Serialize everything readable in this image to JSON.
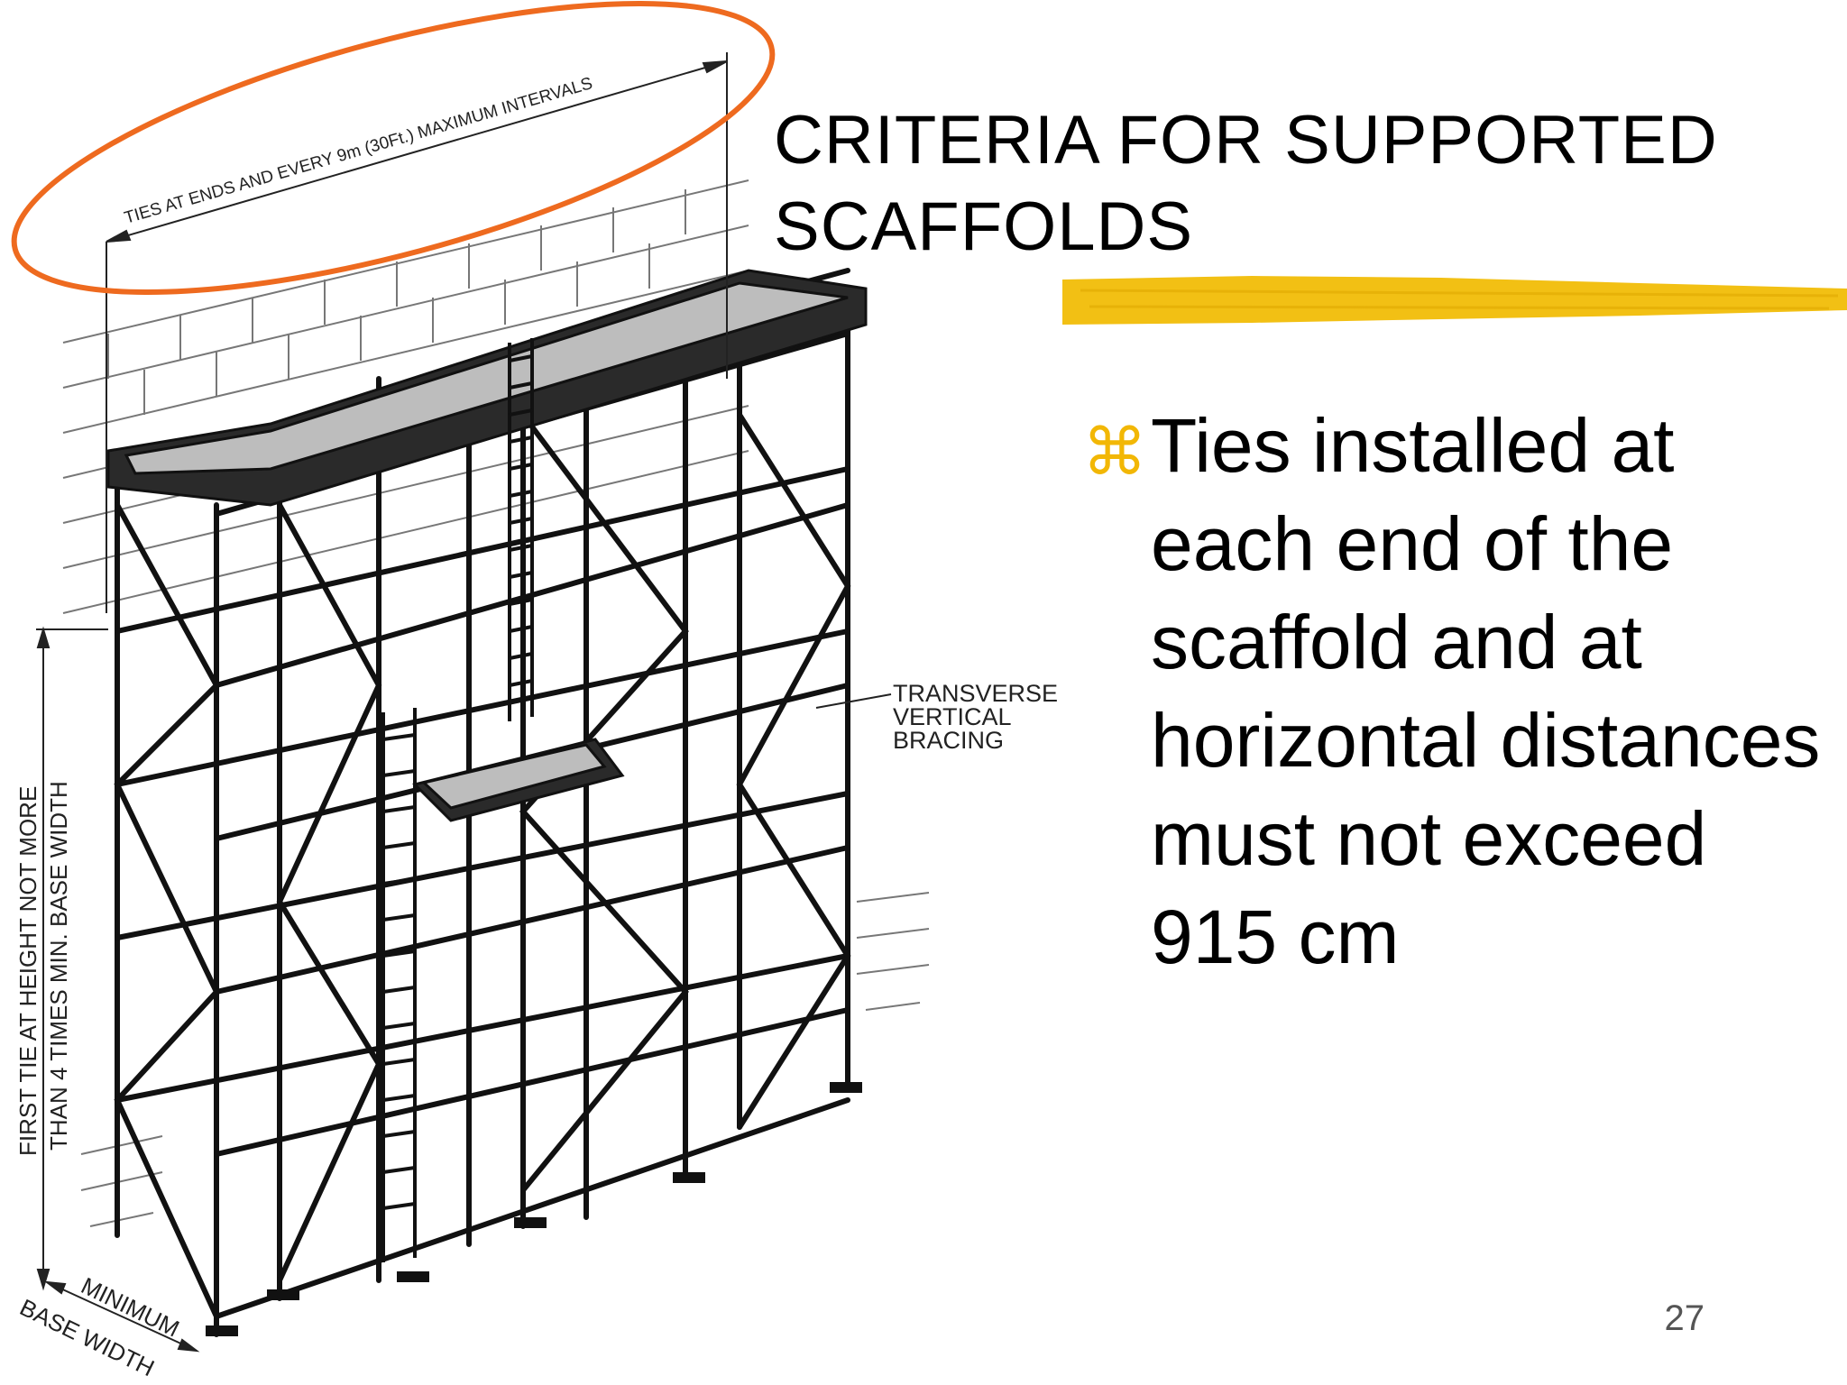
{
  "slide": {
    "title": "CRITERIA FOR SUPPORTED SCAFFOLDS",
    "bullet_icon": "command-key-icon",
    "bullet_text": "Ties installed at each end of the scaffold and at horizontal distances must not exceed 915 cm",
    "page_number": "27"
  },
  "diagram": {
    "tie_interval_label": "TIES AT ENDS AND EVERY 9m (30Ft.) MAXIMUM INTERVALS",
    "bracing_label_line1": "TRANSVERSE",
    "bracing_label_line2": "VERTICAL",
    "bracing_label_line3": "BRACING",
    "first_tie_line1": "FIRST TIE AT HEIGHT NOT MORE",
    "first_tie_line2": "THAN 4 TIMES MIN. BASE WIDTH",
    "base_line1": "MINIMUM",
    "base_line2": "BASE WIDTH"
  },
  "colors": {
    "highlight_ellipse": "#ee6a1f",
    "underline_brush": "#f2c014",
    "bullet": "#f2b705"
  }
}
